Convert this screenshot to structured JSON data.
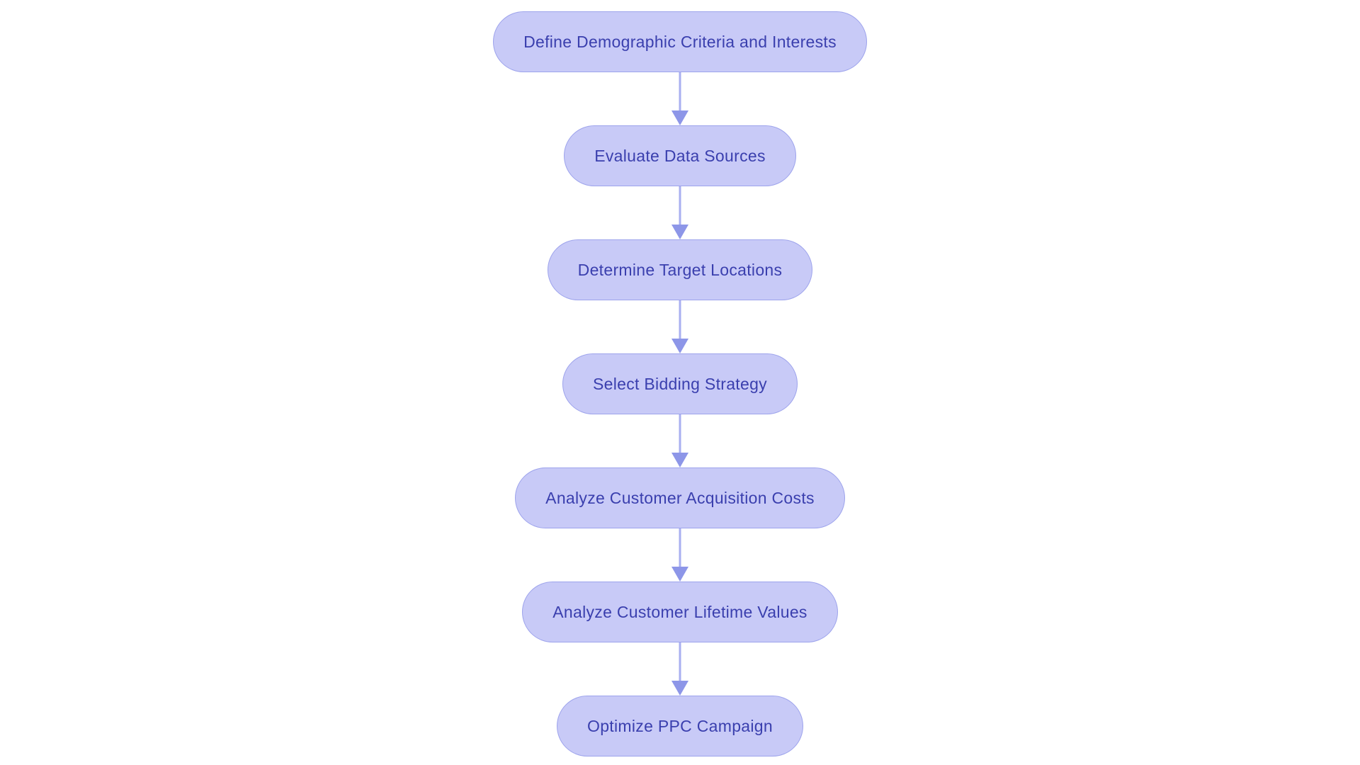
{
  "diagram": {
    "type": "flowchart",
    "direction": "top-to-bottom",
    "background_color": "#ffffff",
    "node_fill_color": "#c8caf7",
    "node_border_color": "#9da3ec",
    "node_text_color": "#3a3fae",
    "arrow_stem_color": "#a9aff1",
    "arrow_head_color": "#8d96e8",
    "nodes": [
      {
        "id": "step-1",
        "label": "Define Demographic Criteria and Interests"
      },
      {
        "id": "step-2",
        "label": "Evaluate Data Sources"
      },
      {
        "id": "step-3",
        "label": "Determine Target Locations"
      },
      {
        "id": "step-4",
        "label": "Select Bidding Strategy"
      },
      {
        "id": "step-5",
        "label": "Analyze Customer Acquisition Costs"
      },
      {
        "id": "step-6",
        "label": "Analyze Customer Lifetime Values"
      },
      {
        "id": "step-7",
        "label": "Optimize PPC Campaign"
      }
    ],
    "edges": [
      {
        "from": "step-1",
        "to": "step-2"
      },
      {
        "from": "step-2",
        "to": "step-3"
      },
      {
        "from": "step-3",
        "to": "step-4"
      },
      {
        "from": "step-4",
        "to": "step-5"
      },
      {
        "from": "step-5",
        "to": "step-6"
      },
      {
        "from": "step-6",
        "to": "step-7"
      }
    ]
  }
}
